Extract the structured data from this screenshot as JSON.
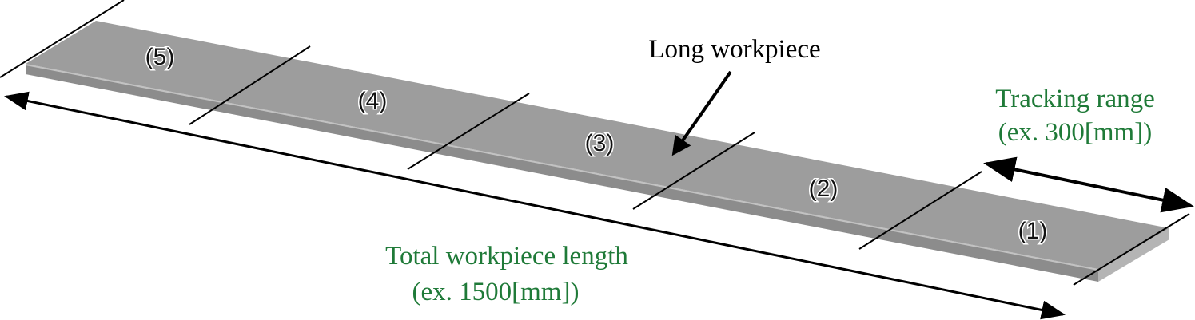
{
  "title": "Long workpiece",
  "segments": [
    "(1)",
    "(2)",
    "(3)",
    "(4)",
    "(5)"
  ],
  "tracking": {
    "line1": "Tracking range",
    "line2": "(ex. 300[mm])"
  },
  "total": {
    "line1": "Total workpiece length",
    "line2": "(ex. 1500[mm])"
  },
  "colors": {
    "workpiece_top": "#9b9b9b",
    "workpiece_side": "#8a8a8a",
    "annotation": "#1f7a38"
  }
}
